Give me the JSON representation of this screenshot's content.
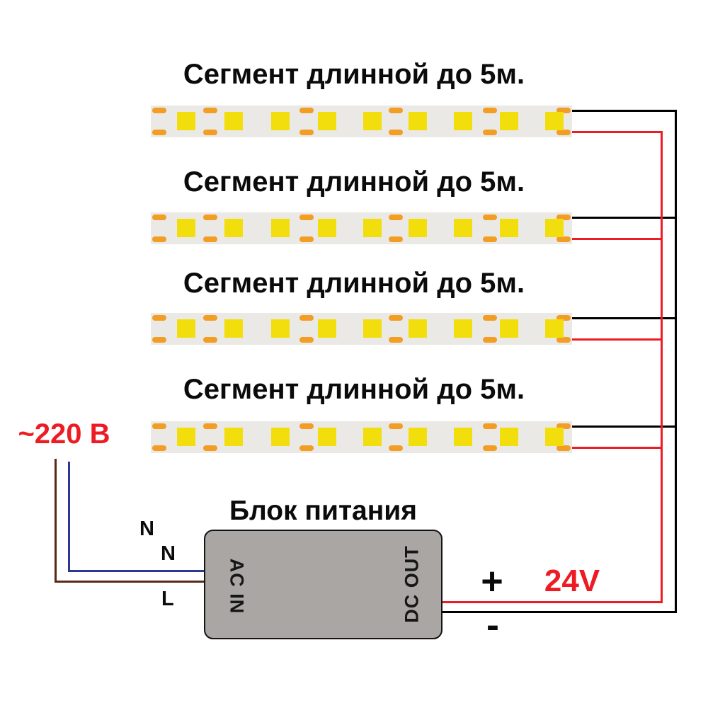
{
  "diagram": {
    "segments": [
      {
        "label": "Сегмент длинной до 5м."
      },
      {
        "label": "Сегмент длинной до 5м."
      },
      {
        "label": "Сегмент длинной до 5м."
      },
      {
        "label": "Сегмент длинной до 5м."
      }
    ],
    "strip": {
      "leds_per_strip": 9,
      "solder_pad_pairs": 6
    },
    "power_supply": {
      "title": "Блок питания",
      "ac_port_label": "AC IN",
      "dc_port_label": "DC OUT"
    },
    "ac_input": {
      "voltage_label": "~220 В",
      "neutral_label_top": "N",
      "neutral_label_mid": "N",
      "line_label": "L"
    },
    "dc_output": {
      "plus_label": "+",
      "minus_label": "-",
      "voltage_label": "24V"
    },
    "colors": {
      "red": "#ED1C24",
      "black": "#000000",
      "blue": "#2B3990",
      "brown": "#5A2817",
      "strip_background": "#EAE9E5",
      "led_yellow": "#F2DE0C",
      "pad_orange": "#F29D23",
      "psu_gray": "#A9A6A3"
    }
  }
}
